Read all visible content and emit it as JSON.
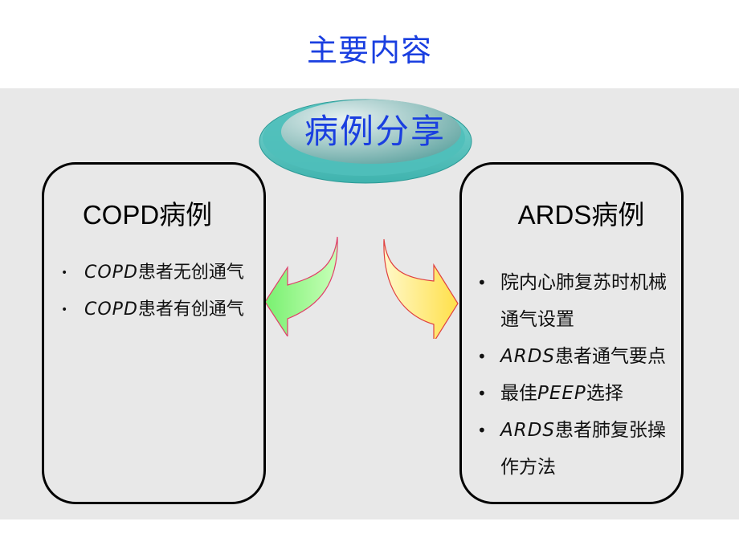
{
  "slide": {
    "title": "主要内容",
    "center_badge": {
      "label": "病例分享",
      "color_text": "#1a3fe0",
      "color_fill": "#5fb8b4"
    },
    "left_box": {
      "title": "COPD病例",
      "items": [
        {
          "latin": "COPD",
          "text": "患者无创通气"
        },
        {
          "latin": "COPD",
          "text": "患者有创通气"
        }
      ]
    },
    "right_box": {
      "title": "ARDS病例",
      "items": [
        {
          "pre": "院内心肺复苏时机械通气设置",
          "latin": "",
          "post": ""
        },
        {
          "pre": "",
          "latin": "ARDS",
          "post": "患者通气要点"
        },
        {
          "pre": "最佳",
          "latin": "PEEP",
          "post": "选择"
        },
        {
          "pre": "",
          "latin": "ARDS",
          "post": "患者肺复张操作方法"
        }
      ]
    },
    "arrows": {
      "left_color": "#90f090",
      "right_color": "#ffe070",
      "stroke": "#e0406a"
    },
    "bullet_left": "•",
    "bullet_right": "•"
  }
}
